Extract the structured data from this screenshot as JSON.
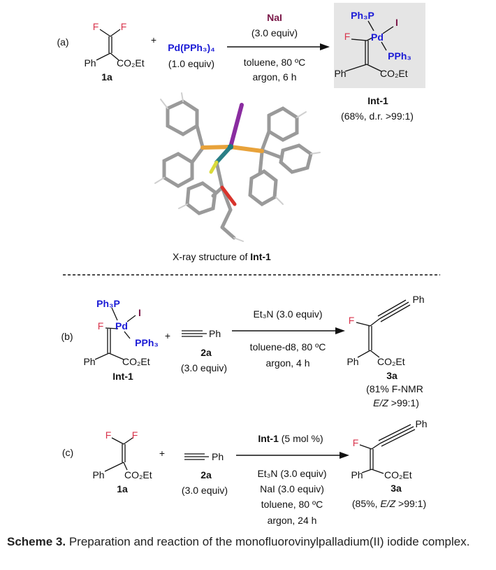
{
  "scheme_a": {
    "label": "(a)",
    "substrate": {
      "f1": "F",
      "f2": "F",
      "ph": "Ph",
      "ester": "CO₂Et",
      "id": "1a"
    },
    "plus": "+",
    "reagent": {
      "name": "Pd(PPh₃)₄",
      "amount": "(1.0 equiv)"
    },
    "conditions": {
      "additive": "NaI",
      "additive_amount": "(3.0 equiv)",
      "solvent_temp": "toluene, 80 ºC",
      "atmosphere_time": "argon, 6 h"
    },
    "product": {
      "ligand1": "Ph₃P",
      "metal": "Pd",
      "halide": "I",
      "f": "F",
      "ligand2": "PPh₃",
      "ph": "Ph",
      "ester": "CO₂Et",
      "id": "Int-1",
      "yield": "(68%, d.r. >99:1)"
    },
    "xray_caption_prefix": "X-ray structure of ",
    "xray_caption_id": "Int-1"
  },
  "scheme_b": {
    "label": "(b)",
    "complex": {
      "ligand1": "Ph₃P",
      "metal": "Pd",
      "halide": "I",
      "f": "F",
      "ligand2": "PPh₃",
      "ph": "Ph",
      "ester": "CO₂Et",
      "id": "Int-1"
    },
    "plus": "+",
    "alkyne": {
      "ph": "Ph",
      "id": "2a",
      "amount": "(3.0 equiv)"
    },
    "conditions": {
      "base": "Et₃N (3.0 equiv)",
      "solvent_temp": "toluene-d8, 80 ºC",
      "atmosphere_time": "argon, 4 h"
    },
    "product": {
      "ph_top": "Ph",
      "f": "F",
      "ph": "Ph",
      "ester": "CO₂Et",
      "id": "3a",
      "yield_line1": "(81% F-NMR",
      "ez_label": "E/Z",
      "yield_line2_rest": " >99:1)"
    }
  },
  "scheme_c": {
    "label": "(c)",
    "substrate": {
      "f1": "F",
      "f2": "F",
      "ph": "Ph",
      "ester": "CO₂Et",
      "id": "1a"
    },
    "plus": "+",
    "alkyne": {
      "ph": "Ph",
      "id": "2a",
      "amount": "(3.0 equiv)"
    },
    "conditions": {
      "catalyst_id": "Int-1",
      "catalyst_amount": " (5 mol %)",
      "base": "Et₃N (3.0 equiv)",
      "additive": "NaI (3.0 equiv)",
      "solvent_temp": "toluene, 80 ºC",
      "atmosphere_time": "argon, 24 h"
    },
    "product": {
      "ph_top": "Ph",
      "f": "F",
      "ph": "Ph",
      "ester": "CO₂Et",
      "id": "3a",
      "yield_prefix": "(85%, ",
      "ez_label": "E/Z",
      "yield_suffix": " >99:1)"
    }
  },
  "caption": {
    "label": "Scheme 3.",
    "text": " Preparation and reaction of the monofluorovinylpalladium(II) iodide complex."
  },
  "colors": {
    "fluorine": "#d8344c",
    "palladium_phosphine": "#1b1bd6",
    "nai": "#7a1748",
    "highlight_box": "#e5e5e5"
  }
}
